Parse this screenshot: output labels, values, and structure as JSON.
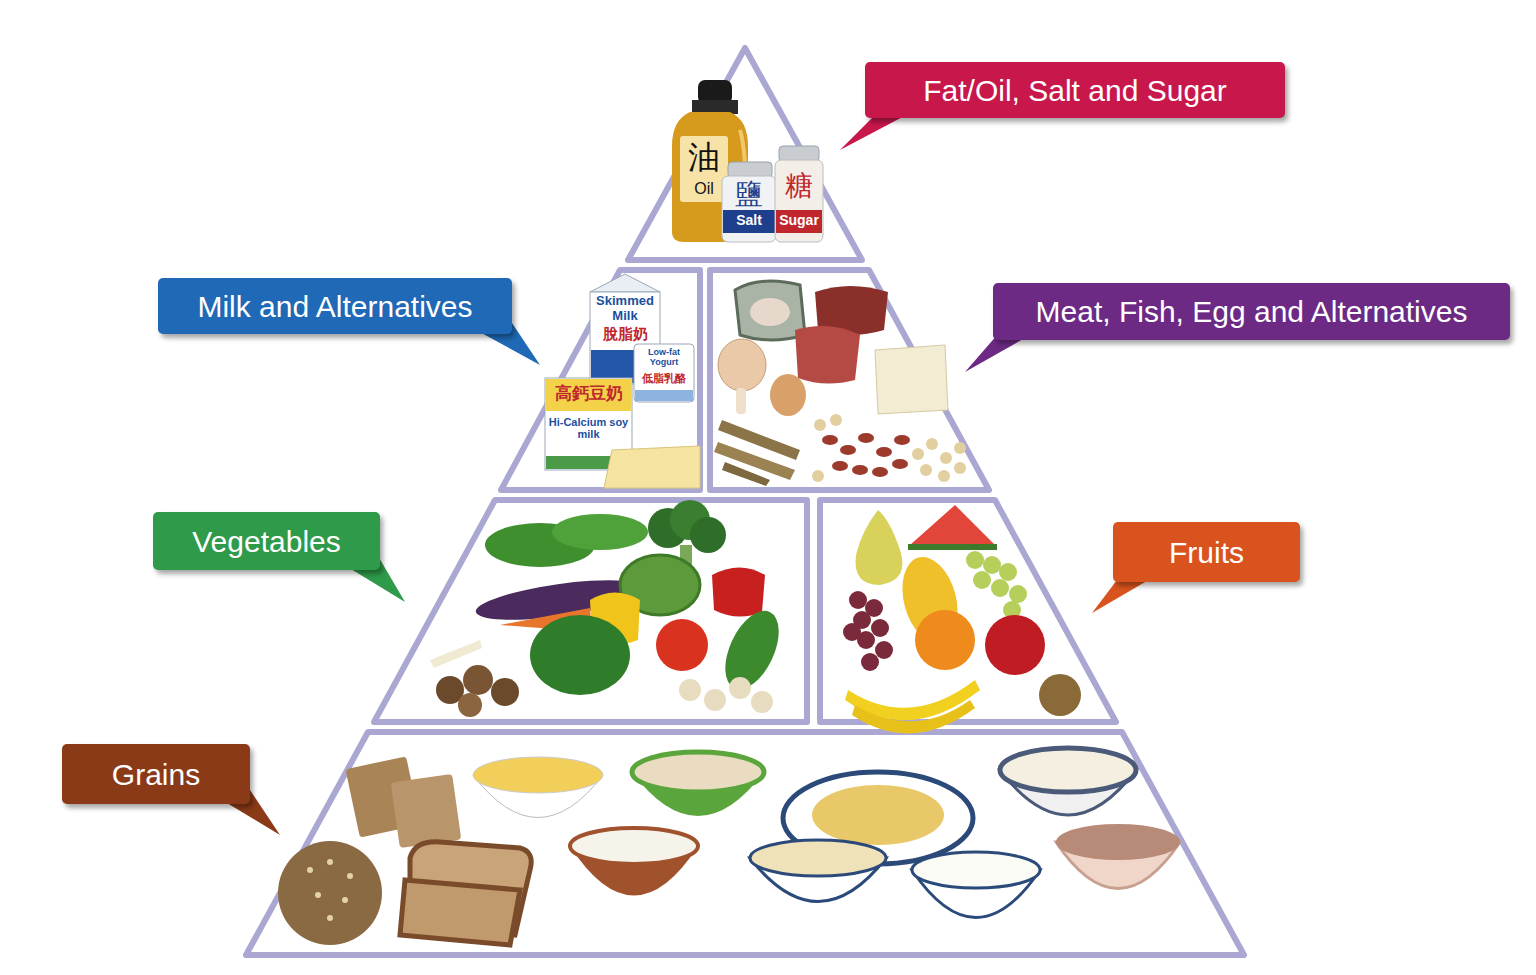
{
  "diagram": {
    "nodes": [
      {
        "text": [
          "Fat/Oil, Salt and Sugar"
        ]
      },
      {
        "text": [
          "Milk and Alternatives"
        ]
      },
      {
        "text": [
          "Meat, Fish, Egg and Alternatives"
        ]
      },
      {
        "text": [
          "Vegetables"
        ]
      },
      {
        "text": [
          "Fruits"
        ]
      },
      {
        "text": [
          "Grains"
        ]
      }
    ],
    "labels": [
      "油",
      "Oil",
      "鹽",
      "Salt",
      "糖",
      "Sugar",
      "Skimmed Milk",
      "脫脂奶",
      "Low-fat Yogurt",
      "低脂乳酪",
      "高鈣豆奶",
      "Hi-Calcium soy milk"
    ]
  }
}
